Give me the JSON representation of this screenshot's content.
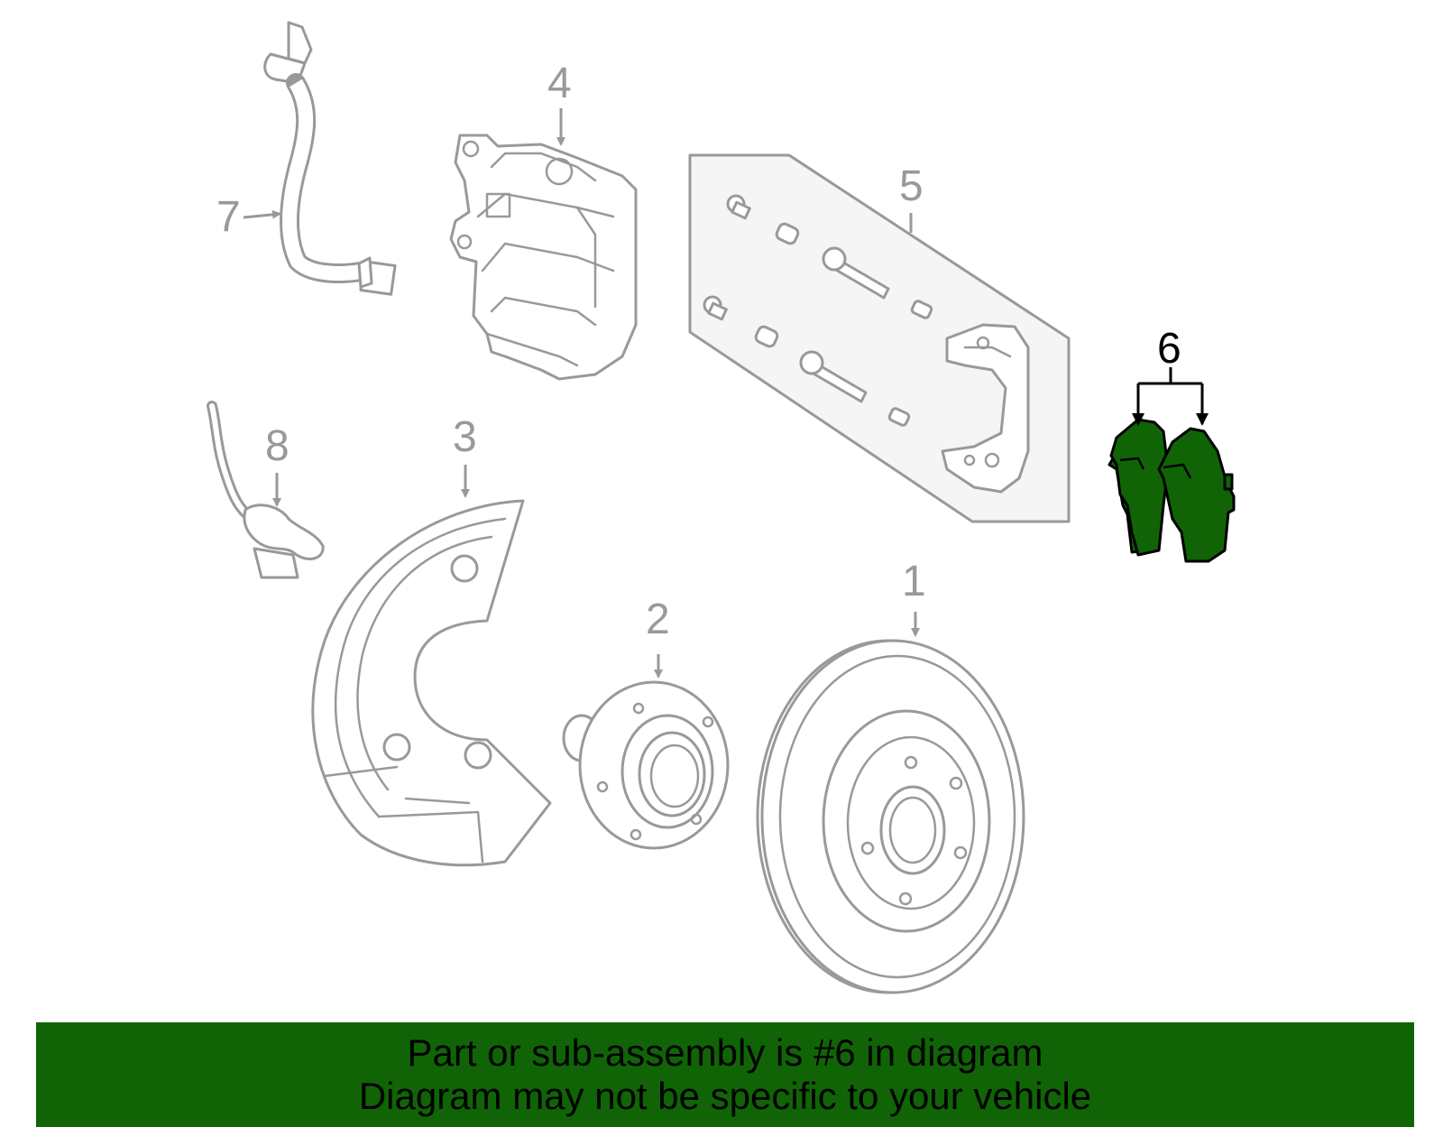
{
  "callouts": [
    {
      "id": "1",
      "label": "1"
    },
    {
      "id": "2",
      "label": "2"
    },
    {
      "id": "3",
      "label": "3"
    },
    {
      "id": "4",
      "label": "4"
    },
    {
      "id": "5",
      "label": "5"
    },
    {
      "id": "6",
      "label": "6",
      "highlighted": true
    },
    {
      "id": "7",
      "label": "7"
    },
    {
      "id": "8",
      "label": "8"
    }
  ],
  "banner": {
    "line1": "Part or sub-assembly is #6 in diagram",
    "line2": "Diagram may not be specific to your vehicle"
  },
  "colors": {
    "highlight": "#106406",
    "line_art": "#999999",
    "banner_text": "#000000"
  }
}
